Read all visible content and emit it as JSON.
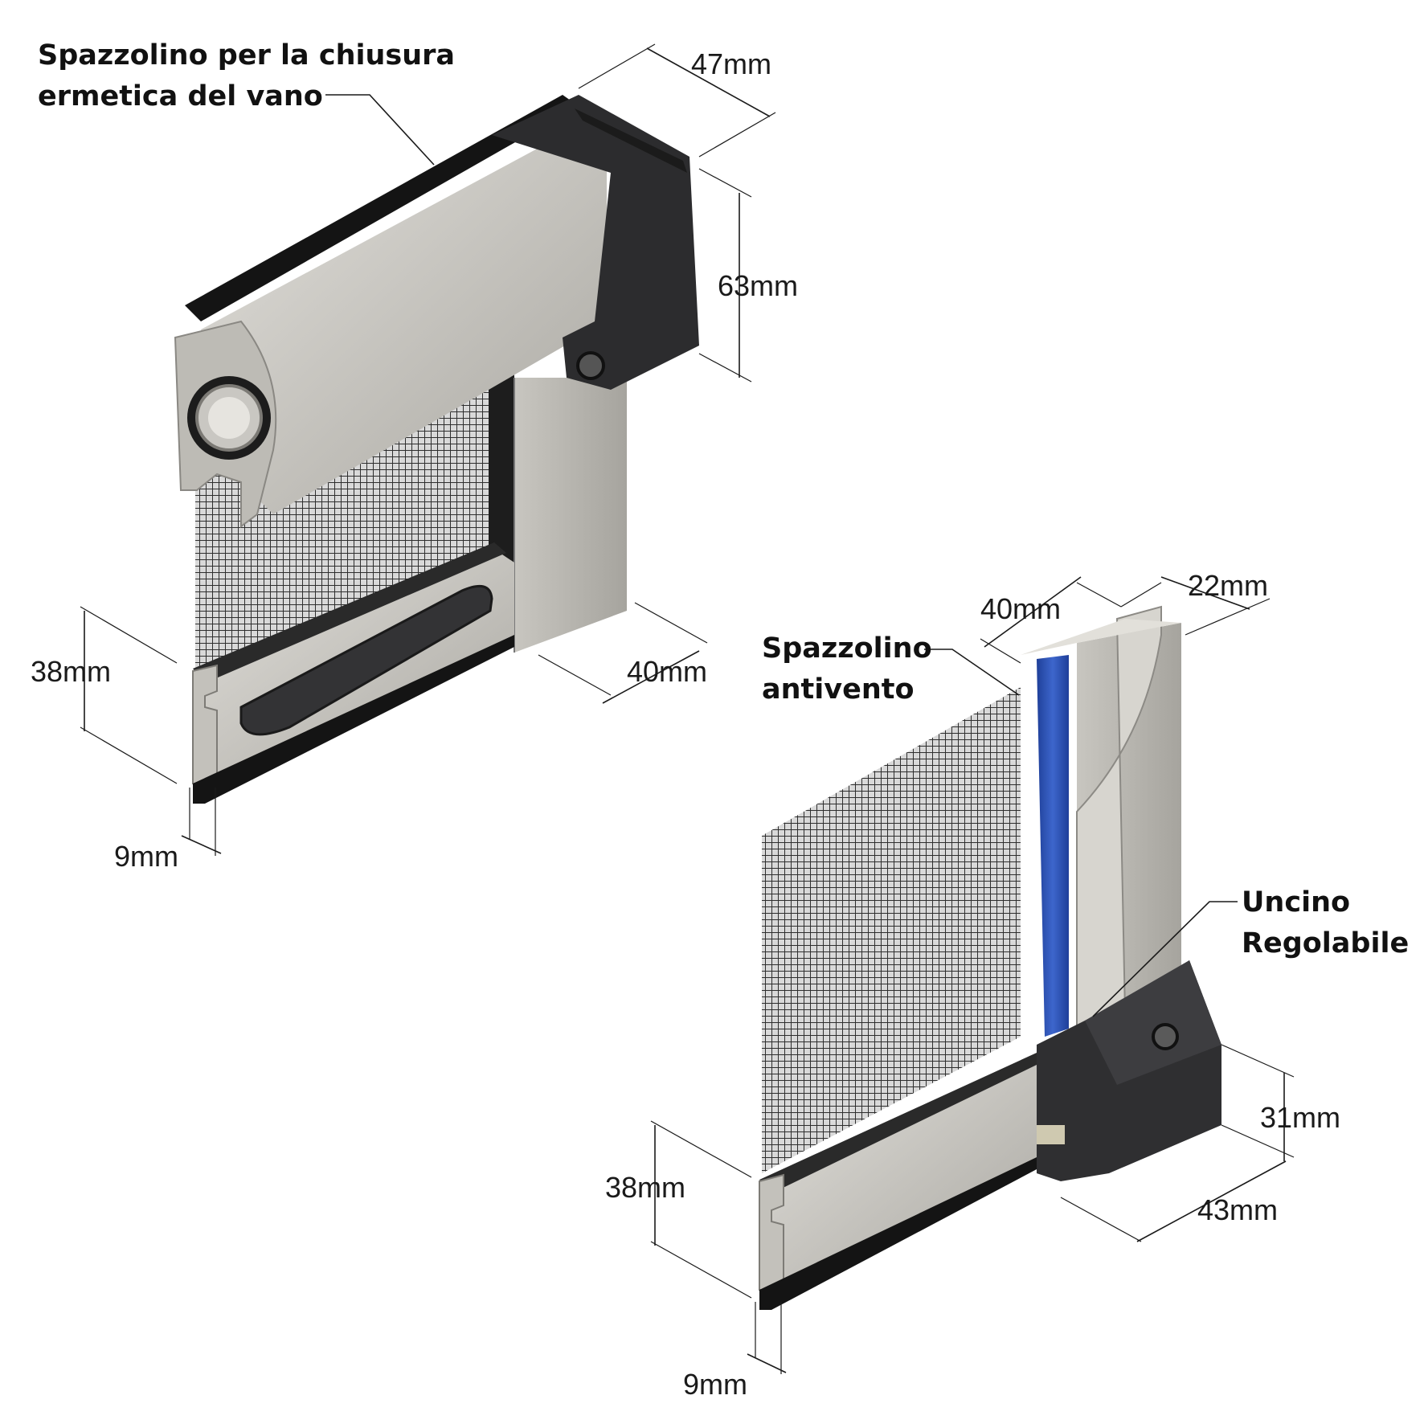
{
  "callouts": {
    "top_seal_line1": "Spazzolino per la chiusura",
    "top_seal_line2": "ermetica del vano",
    "windproof_line1": "Spazzolino",
    "windproof_line2": "antivento",
    "hook_line1": "Uncino",
    "hook_line2": "Regolabile"
  },
  "dimensions": {
    "box_depth": "47mm",
    "box_height": "63mm",
    "bar_height_left": "38mm",
    "guide_depth_left": "40mm",
    "brush_left": "9mm",
    "guide_width": "22mm",
    "guide_depth_right": "40mm",
    "hook_height": "31mm",
    "hook_depth": "43mm",
    "bar_height_right": "38mm",
    "brush_right": "9mm"
  },
  "colors": {
    "aluminium": "#b9b7b1",
    "aluminium_dark": "#8f8d88",
    "plastic_black": "#2c2c2e",
    "brush": "#151515",
    "mesh": "#3a3a3a",
    "windproof_brush": "#2f55b8"
  }
}
